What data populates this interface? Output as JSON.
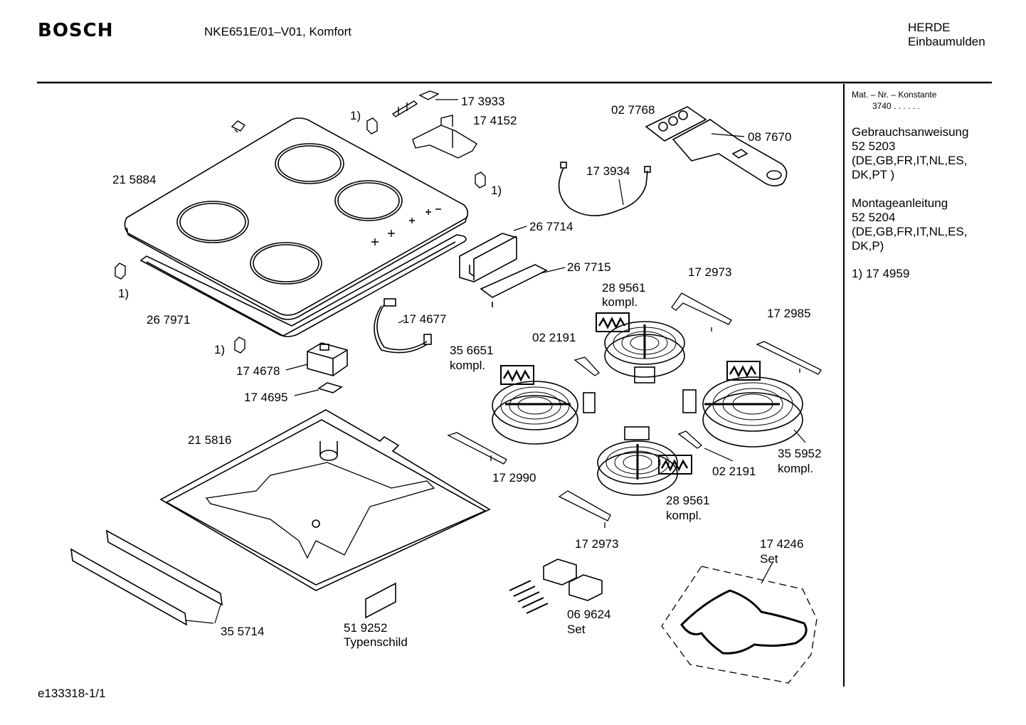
{
  "header": {
    "brand": "BOSCH",
    "model": "NKE651E/01–V01, Komfort",
    "category_line1": "HERDE",
    "category_line2": "Einbaumulden"
  },
  "sidebar": {
    "mat_label": "Mat. – Nr. – Konstante",
    "mat_value": "3740  .  .  .  .  .  .",
    "gebrauch_title": "Gebrauchsanweisung",
    "gebrauch_number": "52 5203",
    "gebrauch_langs1": "(DE,GB,FR,IT,NL,ES,",
    "gebrauch_langs2": "DK,PT )",
    "montage_title": "Montageanleitung",
    "montage_number": "52 5204",
    "montage_langs1": "(DE,GB,FR,IT,NL,ES,",
    "montage_langs2": "DK,P)",
    "footnote": "1)  17 4959"
  },
  "footer": {
    "doc_id": "e133318-1/1"
  },
  "parts": {
    "p173933": "17 3933",
    "note1_top": "1)",
    "p174152": "17 4152",
    "p027768": "02 7768",
    "p087670": "08 7670",
    "p215884": "21 5884",
    "p173934": "17 3934",
    "note1_right": "1)",
    "p267714": "26 7714",
    "p267715": "26 7715",
    "note1_left": "1)",
    "p172973_top": "17 2973",
    "p289561_top": "28 9561",
    "kompl_289561_top": "kompl.",
    "p267971": "26 7971",
    "p174677": "17 4677",
    "p172985": "17 2985",
    "note1_bottom": "1)",
    "p022191_top": "02 2191",
    "p356651": "35 6651",
    "kompl_356651": "kompl.",
    "p174678": "17 4678",
    "p174695": "17 4695",
    "p215816": "21 5816",
    "p355952": "35 5952",
    "kompl_355952": "kompl.",
    "p172990": "17 2990",
    "p022191_bottom": "02 2191",
    "p289561_bottom": "28 9561",
    "kompl_289561_bottom": "kompl.",
    "p172973_bottom": "17 2973",
    "p174246": "17 4246",
    "set_174246": "Set",
    "p069624": "06 9624",
    "set_069624": "Set",
    "p519252": "51 9252",
    "typenschild": "Typenschild",
    "p355714": "35 5714"
  }
}
